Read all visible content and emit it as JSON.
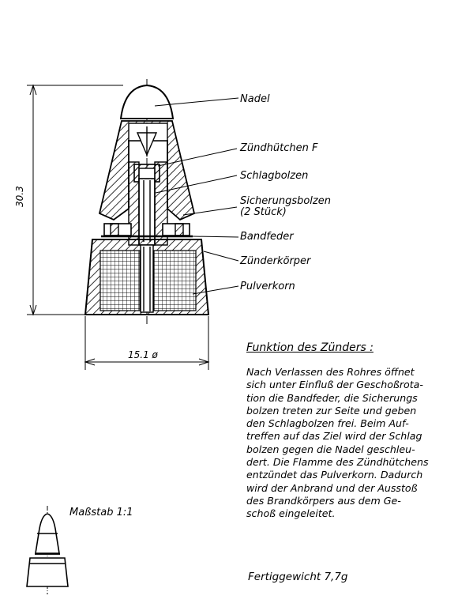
{
  "labels": {
    "nadel": "Nadel",
    "zuendhuetchen": "Zündhütchen F",
    "schlagbolzen": "Schlagbolzen",
    "sicherungsbolzen": "Sicherungsbolzen",
    "sicherungsbolzen_count": "(2 Stück)",
    "bandfeder": "Bandfeder",
    "zuenderkoerper": "Zünderkörper",
    "pulverkorn": "Pulverkorn"
  },
  "dimensions": {
    "height": "30.3",
    "width": "15.1 ø"
  },
  "function": {
    "heading": "Funktion des Zünders :",
    "text": "Nach Verlassen des Rohres öffnet\nsich unter Einfluß der Geschoßrota-\ntion die Bandfeder, die Sicherungs\nbolzen treten zur Seite und geben\nden Schlagbolzen frei. Beim Auf-\ntreffen auf das Ziel wird der Schlag\nbolzen gegen die Nadel geschleu-\ndert. Die Flamme des Zündhütchens\nentzündet das Pulverkorn. Dadurch\nwird der Anbrand und der Ausstoß\ndes Brandkörpers aus dem Ge-\nschoß eingeleitet."
  },
  "scale": "Maßstab 1:1",
  "weight": "Fertiggewicht  7,7g"
}
